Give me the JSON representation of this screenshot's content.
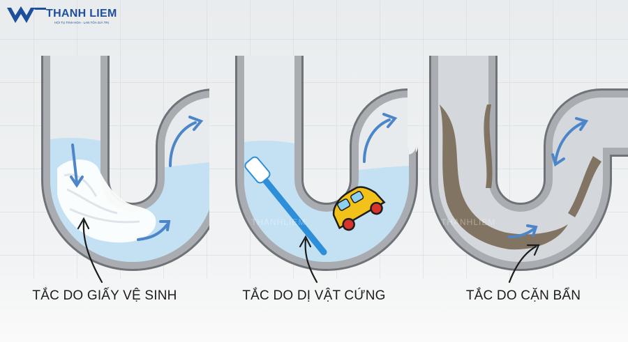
{
  "brand": {
    "name": "THANH LIEM",
    "tagline": "HỘI TỤ TINH HOA - LAN TỎA GIÁ TRỊ",
    "color": "#1d4f9c"
  },
  "watermark": "THANHLIEM",
  "panels": [
    {
      "caption": "TẮC DO GIẤY VỆ SINH",
      "type": "paper"
    },
    {
      "caption": "TẮC DO DỊ VẬT CỨNG",
      "type": "objects"
    },
    {
      "caption": "TẮC DO CẶN BẨN",
      "type": "sludge"
    }
  ],
  "colors": {
    "pipe_outer": "#6f7277",
    "pipe_body": "#a9adb2",
    "pipe_inner": "#e7ebee",
    "water": "#bfe0f3",
    "arrow": "#4d86c8",
    "sludge": "#7a6a55",
    "toothbrush": "#2d8fd9",
    "car": "#f2c21b"
  }
}
